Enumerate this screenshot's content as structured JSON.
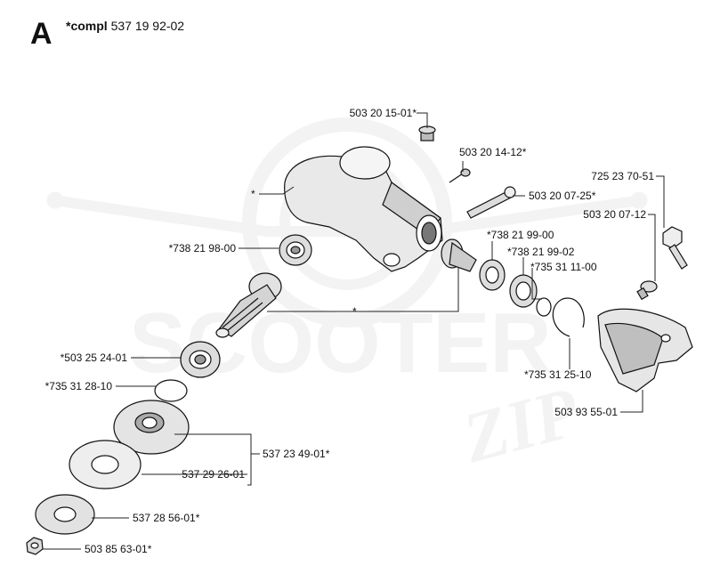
{
  "header": {
    "letter": "A",
    "compl_label": "*compl",
    "compl_number": "537 19 92-02"
  },
  "watermark": {
    "brand": "SCOOTER",
    "sub": "ZIP"
  },
  "labels": {
    "l_503_20_15_01": "503 20 15-01*",
    "l_503_20_14_12": "503 20 14-12*",
    "l_725_23_70_51": "725 23 70-51",
    "l_503_20_07_25": "503 20 07-25*",
    "l_503_20_07_12": "503 20 07-12",
    "l_star_housing": "*",
    "l_738_21_99_00": "*738 21 99-00",
    "l_738_21_99_02": "*738 21 99-02",
    "l_735_31_11_00": "*735 31 11-00",
    "l_738_21_98_00": "*738 21 98-00",
    "l_star_gear": "*",
    "l_735_31_25_10": "*735 31 25-10",
    "l_503_93_55_01": "503 93 55-01",
    "l_503_25_24_01": "*503 25 24-01",
    "l_735_31_28_10": "*735 31 28-10",
    "l_537_23_49_01": "537 23 49-01*",
    "l_537_29_26_01": "537 29 26-01",
    "l_537_28_56_01": "537 28 56-01*",
    "l_503_85_63_01": "503 85 63-01*"
  }
}
